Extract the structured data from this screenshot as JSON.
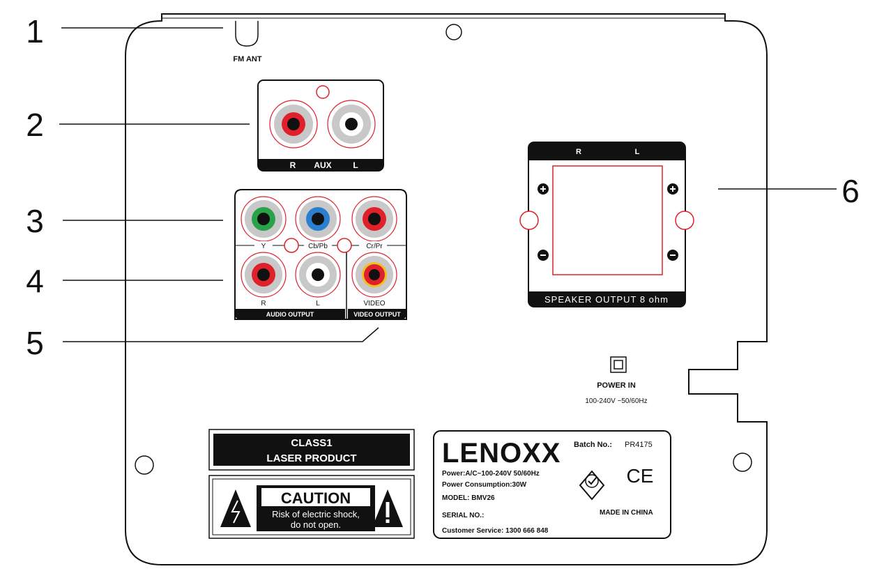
{
  "callouts": [
    "1",
    "2",
    "3",
    "4",
    "5",
    "6"
  ],
  "fm_ant": "FM ANT",
  "aux": {
    "r": "R",
    "label": "AUX",
    "l": "L"
  },
  "component": {
    "y": "Y",
    "cb": "Cb/Pb",
    "cr": "Cr/Pr"
  },
  "audio_output": {
    "r": "R",
    "l": "L",
    "label": "AUDIO  OUTPUT"
  },
  "video_output": {
    "video": "VIDEO",
    "label": "VIDEO OUTPUT"
  },
  "speaker": {
    "r": "R",
    "l": "L",
    "label": "SPEAKER OUTPUT 8 ohm"
  },
  "power": {
    "label": "POWER IN",
    "spec": "100-240V  ~50/60Hz"
  },
  "laser": {
    "line1": "CLASS1",
    "line2": "LASER PRODUCT"
  },
  "caution": {
    "title": "CAUTION",
    "line1": "Risk of electric shock,",
    "line2": "do not open."
  },
  "rating": {
    "brand": "LENOXX",
    "batch_label": "Batch No.:",
    "batch_value": "PR4175",
    "ce": "CE",
    "power": "Power:A/C~100-240V 50/60Hz",
    "consumption": "Power Consumption:30W",
    "model": "MODEL: BMV26",
    "serial": "SERIAL NO.:",
    "made_in": "MADE IN CHINA",
    "service": "Customer Service: 1300 666 848"
  },
  "colors": {
    "red": "#e0202a",
    "green": "#2aa24a",
    "blue": "#2a7fd0",
    "yellow": "#f0c020",
    "dark": "#111111"
  }
}
